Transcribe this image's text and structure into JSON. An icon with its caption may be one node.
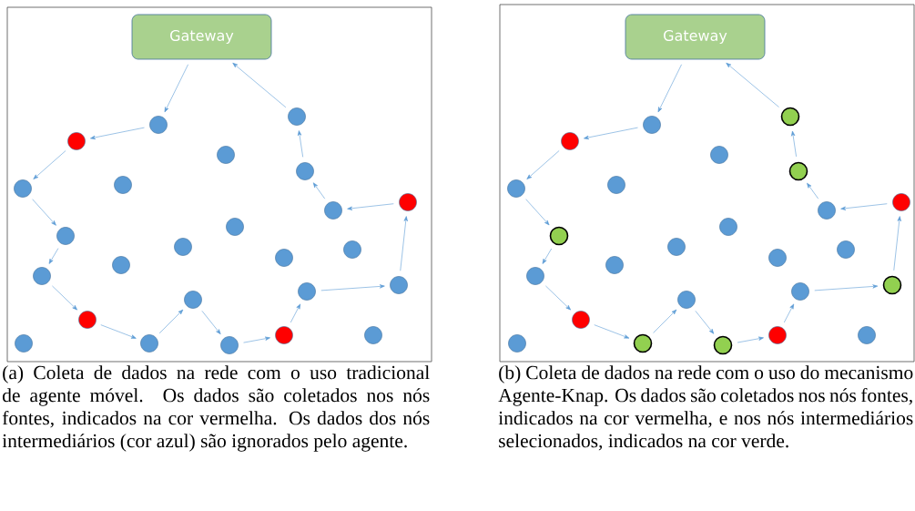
{
  "diagram": {
    "nodes": [
      {
        "text": [],
        "shape": "box"
      },
      {
        "text": [
          "Gateway"
        ],
        "in": 0
      },
      {
        "text": [],
        "shape": "circle",
        "in": 0
      },
      {
        "text": [],
        "shape": "circle",
        "in": 0
      },
      {
        "text": [],
        "shape": "circle",
        "in": 0
      },
      {
        "text": [],
        "shape": "circle",
        "in": 0
      },
      {
        "text": [],
        "shape": "circle",
        "in": 0
      },
      {
        "text": [],
        "shape": "circle",
        "in": 0
      },
      {
        "text": [],
        "shape": "circle",
        "in": 0
      },
      {
        "text": [],
        "shape": "circle",
        "in": 0
      },
      {
        "text": [],
        "shape": "circle",
        "in": 0
      },
      {
        "text": [],
        "shape": "circle",
        "in": 0
      },
      {
        "text": [],
        "shape": "circle",
        "in": 0
      },
      {
        "text": [],
        "shape": "circle",
        "in": 0
      },
      {
        "text": [],
        "shape": "circle",
        "in": 0
      },
      {
        "text": [],
        "shape": "circle",
        "in": 0
      },
      {
        "text": [],
        "shape": "circle",
        "in": 0
      },
      {
        "text": [],
        "shape": "circle",
        "in": 0
      },
      {
        "text": [],
        "shape": "circle",
        "in": 0
      },
      {
        "text": [],
        "shape": "circle",
        "in": 0
      },
      {
        "text": [],
        "shape": "circle",
        "in": 0
      },
      {
        "text": [],
        "shape": "circle",
        "in": 0
      },
      {
        "text": [],
        "shape": "circle",
        "in": 0
      },
      {
        "text": [],
        "shape": "circle",
        "in": 0
      },
      {
        "text": [],
        "shape": "circle",
        "in": 0
      },
      {
        "text": [],
        "shape": "circle",
        "in": 0
      },
      {
        "text": [],
        "shape": "circle",
        "in": 0
      },
      {
        "text": [],
        "shape": "box"
      },
      {
        "text": [
          "Gateway"
        ],
        "in": 27
      },
      {
        "text": [],
        "shape": "circle",
        "in": 27
      },
      {
        "text": [],
        "shape": "circle",
        "in": 27
      },
      {
        "text": [],
        "shape": "circle",
        "in": 27
      },
      {
        "text": [],
        "shape": "circle",
        "in": 27
      },
      {
        "text": [],
        "shape": "circle",
        "in": 27
      },
      {
        "text": [],
        "shape": "circle",
        "in": 27
      },
      {
        "text": [],
        "shape": "circle",
        "in": 27
      },
      {
        "text": [],
        "shape": "circle",
        "in": 27
      },
      {
        "text": [],
        "shape": "circle",
        "in": 27
      },
      {
        "text": [],
        "shape": "circle",
        "in": 27
      },
      {
        "text": [],
        "shape": "circle",
        "in": 27
      },
      {
        "text": [],
        "shape": "circle",
        "in": 27
      },
      {
        "text": [],
        "shape": "circle",
        "in": 27
      },
      {
        "text": [],
        "shape": "circle",
        "in": 27
      },
      {
        "text": [],
        "shape": "circle",
        "in": 27
      },
      {
        "text": [],
        "shape": "circle",
        "in": 27
      },
      {
        "text": [],
        "shape": "circle",
        "in": 27
      },
      {
        "text": [],
        "shape": "circle",
        "in": 27
      },
      {
        "text": [],
        "shape": "circle",
        "in": 27
      },
      {
        "text": [],
        "shape": "circle",
        "in": 27
      },
      {
        "text": [],
        "shape": "circle",
        "in": 27
      },
      {
        "text": [],
        "shape": "circle",
        "in": 27
      },
      {
        "text": [],
        "shape": "circle",
        "in": 27
      },
      {
        "text": [],
        "shape": "circle",
        "in": 27
      },
      {
        "text": [],
        "shape": "circle",
        "in": 27
      }
    ],
    "edges": [
      {
        "from": 1,
        "to": 3,
        "arrow": "to"
      },
      {
        "from": 3,
        "to": 4,
        "arrow": "to"
      },
      {
        "from": 4,
        "to": 8,
        "arrow": "to"
      },
      {
        "from": 8,
        "to": 12,
        "arrow": "to"
      },
      {
        "from": 12,
        "to": 17,
        "arrow": "to"
      },
      {
        "from": 17,
        "to": 21,
        "arrow": "to"
      },
      {
        "from": 21,
        "to": 25,
        "arrow": "to"
      },
      {
        "from": 25,
        "to": 20,
        "arrow": "to"
      },
      {
        "from": 20,
        "to": 26,
        "arrow": "to"
      },
      {
        "from": 26,
        "to": 22,
        "arrow": "to"
      },
      {
        "from": 22,
        "to": 19,
        "arrow": "to"
      },
      {
        "from": 19,
        "to": 18,
        "arrow": "to"
      },
      {
        "from": 18,
        "to": 9,
        "arrow": "to"
      },
      {
        "from": 9,
        "to": 10,
        "arrow": "to"
      },
      {
        "from": 10,
        "to": 6,
        "arrow": "to"
      },
      {
        "from": 6,
        "to": 2,
        "arrow": "to"
      },
      {
        "from": 2,
        "to": 1,
        "arrow": "to"
      },
      {
        "from": 28,
        "to": 30,
        "arrow": "to"
      },
      {
        "from": 30,
        "to": 31,
        "arrow": "to"
      },
      {
        "from": 31,
        "to": 35,
        "arrow": "to"
      },
      {
        "from": 35,
        "to": 39,
        "arrow": "to"
      },
      {
        "from": 39,
        "to": 44,
        "arrow": "to"
      },
      {
        "from": 44,
        "to": 48,
        "arrow": "to"
      },
      {
        "from": 48,
        "to": 52,
        "arrow": "to"
      },
      {
        "from": 52,
        "to": 47,
        "arrow": "to"
      },
      {
        "from": 47,
        "to": 53,
        "arrow": "to"
      },
      {
        "from": 53,
        "to": 49,
        "arrow": "to"
      },
      {
        "from": 49,
        "to": 46,
        "arrow": "to"
      },
      {
        "from": 46,
        "to": 45,
        "arrow": "to"
      },
      {
        "from": 45,
        "to": 36,
        "arrow": "to"
      },
      {
        "from": 36,
        "to": 37,
        "arrow": "to"
      },
      {
        "from": 37,
        "to": 33,
        "arrow": "to"
      },
      {
        "from": 33,
        "to": 29,
        "arrow": "to"
      },
      {
        "from": 29,
        "to": 28,
        "arrow": "to"
      }
    ],
    "labels": [
      "(a) Coleta de dados na rede com o uso tradicional de agente móvel. Os dados são coletados nos nós fontes, indicados na cor vermelha. Os dados dos nós intermediários (cor azul) são ignorados pelo agente.",
      "(b) Coleta de dados na rede com o uso do mecanismo Agente-Knap. Os dados são coletados nos nós fontes, indicados na cor vermelha, e nos nós intermediários selecionados, indicados na cor verde."
    ]
  }
}
